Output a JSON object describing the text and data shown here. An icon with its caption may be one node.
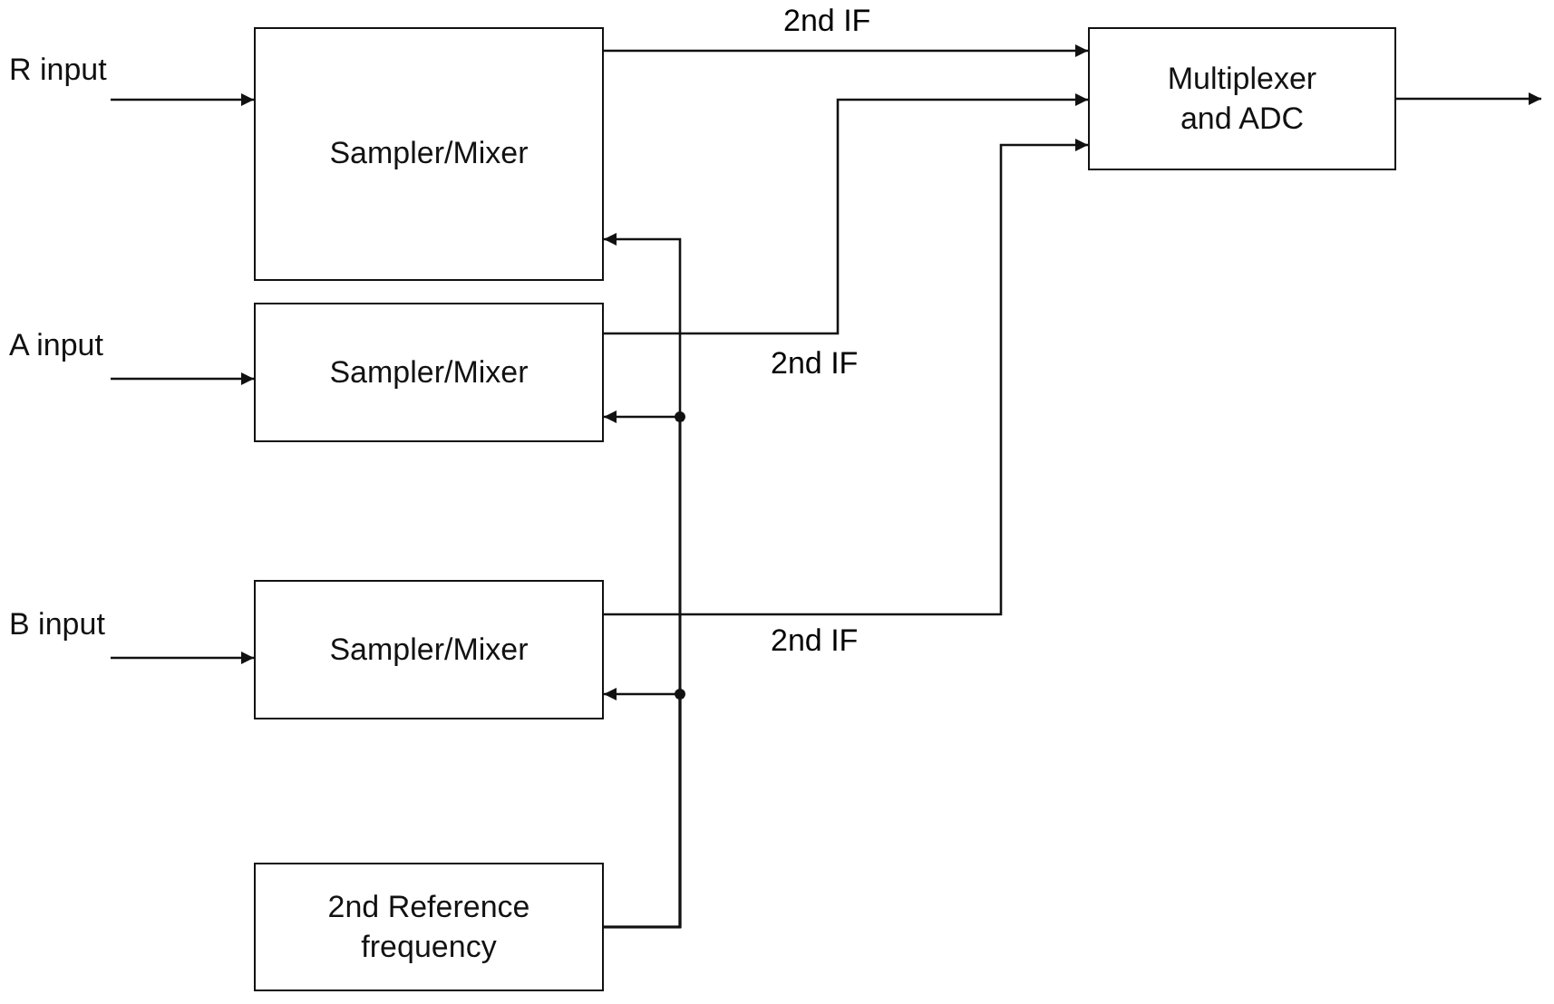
{
  "diagram": {
    "nodes": [
      {
        "text": [
          "R input"
        ]
      },
      {
        "text": [
          "Sampler/Mixer"
        ]
      },
      {
        "text": [
          "Multiplexer and ADC"
        ]
      },
      {
        "text": [
          "A input"
        ]
      },
      {
        "text": [
          "Sampler/Mixer"
        ]
      },
      {
        "text": [
          "B input"
        ]
      },
      {
        "text": [
          "Sampler/Mixer"
        ]
      },
      {
        "text": [
          "2nd Reference frequency"
        ]
      }
    ],
    "edges": [
      {
        "from": 0,
        "to": 1,
        "arrow": "to"
      },
      {
        "from": 1,
        "to": 2,
        "arrow": "to",
        "label": "2nd IF"
      },
      {
        "from": 4,
        "to": 2,
        "arrow": "to",
        "label": "2nd IF"
      },
      {
        "from": 6,
        "to": 2,
        "arrow": "to",
        "label": "2nd IF"
      },
      {
        "from": 2,
        "to": null,
        "arrow": "to"
      },
      {
        "from": 7,
        "to": 1,
        "arrow": "to"
      },
      {
        "from": 7,
        "to": 4,
        "arrow": "to"
      },
      {
        "from": 7,
        "to": 6,
        "arrow": "to"
      },
      {
        "from": 3,
        "to": 4,
        "arrow": "to"
      },
      {
        "from": 5,
        "to": 6,
        "arrow": "to"
      }
    ]
  }
}
